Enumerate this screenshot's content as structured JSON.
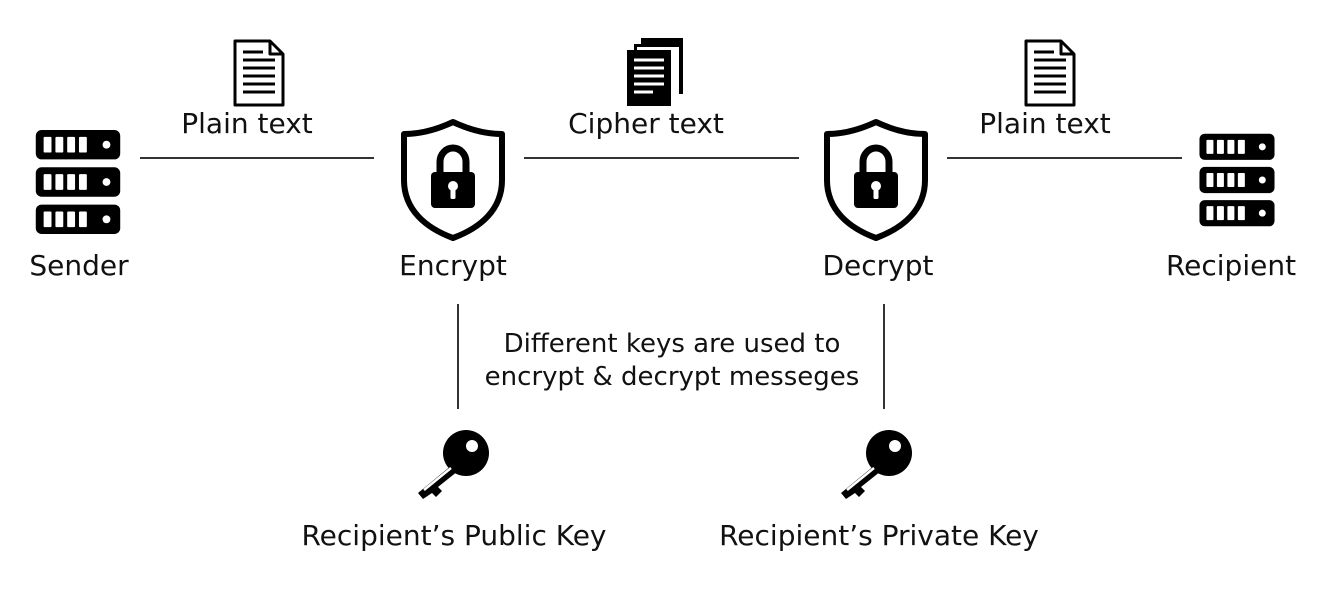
{
  "sender_label": "Sender",
  "recipient_label": "Recipient",
  "encrypt_label": "Encrypt",
  "decrypt_label": "Decrypt",
  "plain_text_left_label": "Plain text",
  "cipher_text_label": "Cipher text",
  "plain_text_right_label": "Plain text",
  "note_line1": "Different keys are used to",
  "note_line2": "encrypt & decrypt messeges",
  "public_key_label": "Recipient’s Public Key",
  "private_key_label": "Recipient’s Private Key",
  "icons": {
    "sender": "server-icon",
    "recipient": "server-icon",
    "encrypt": "shield-lock-icon",
    "decrypt": "shield-lock-icon",
    "plain_left": "document-icon",
    "cipher": "stacked-documents-icon",
    "plain_right": "document-icon",
    "public_key": "key-icon",
    "private_key": "key-icon"
  },
  "colors": {
    "ink": "#000000",
    "line": "#333333",
    "background": "#ffffff"
  }
}
